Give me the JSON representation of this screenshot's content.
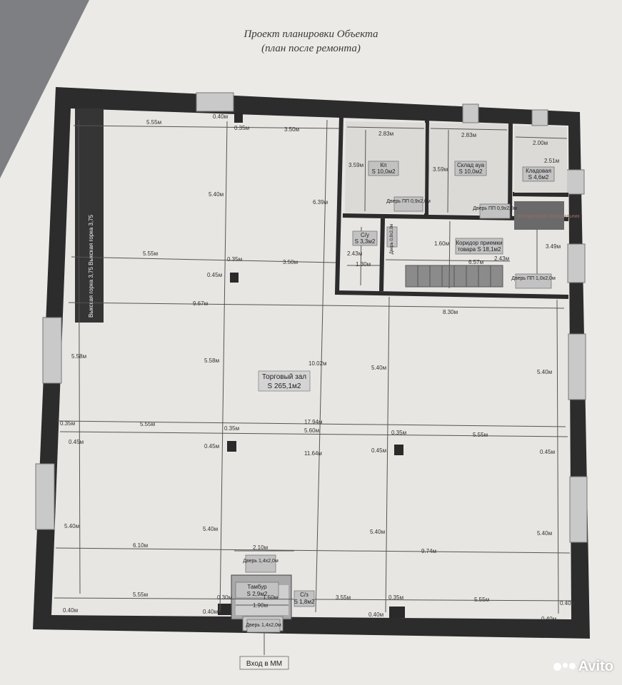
{
  "title": {
    "line1": "Проект планировки Объекта",
    "line2": "(план после ремонта)"
  },
  "rooms": {
    "hall_name": "Торговый зал",
    "hall_area": "S 265,1м2",
    "r1_name": "Кп",
    "r1_area": "S 10,0м2",
    "r2_name": "Склад ауа",
    "r2_area": "S 10,0м2",
    "r3_name": "Кладовая",
    "r3_area": "S 4,6м2",
    "wc_name": "С/у",
    "wc_area": "S 3,3м2",
    "corr_name": "Коридор приемки",
    "corr_area": "товара S 18,1м2",
    "tambur_name": "Тамбур",
    "tambur_area": "S 2,9м2",
    "cz_name": "С/з",
    "cz_area": "S 1,8м2",
    "wall_board": "Выкская горка 3,75   Выкская горка 3,75",
    "equipment": "Холодильник   Холодильник"
  },
  "doors": {
    "d1": "Дверь ПП 0,9х2,0м",
    "d2": "Дверь ПП 0,9х2,0м",
    "d3": "Дверь ПП 1,0х2,0м",
    "d4": "Дверь 1,4х2,0м",
    "d5": "Дверь 1,4х2,0м",
    "d6": "Дверь 0,8х2,0м"
  },
  "entrance": "Вход в ММ",
  "dimensions": {
    "top_5_55": "5.55м",
    "top_0_40": "0.40м",
    "top_0_35": "0.35м",
    "top_3_50": "3.50м",
    "r_2_83a": "2.83м",
    "r_2_83b": "2.83м",
    "r_2_00": "2.00м",
    "r_3_59a": "3.59м",
    "r_3_59b": "3.59м",
    "r_2_51": "2.51м",
    "r_6_39": "6.39м",
    "v_5_40a": "5.40м",
    "mid_5_55": "5.55м",
    "mid_0_35": "0.35м",
    "mid_3_50": "3.50м",
    "mid_0_45": "0.45м",
    "wc_2_43": "2.43м",
    "wc_1_30": "1.30м",
    "c_1_60": "1.60м",
    "c_6_57": "6.57м",
    "c_2_43": "2.43м",
    "c_3_49": "3.49м",
    "w_9_67": "9.67м",
    "w_8_30": "8.30м",
    "h_5_58a": "5.58м",
    "h_5_58b": "5.58м",
    "h_10_02": "10.02м",
    "h_5_40a": "5.40м",
    "h_5_40b": "5.40м",
    "row_5_55a": "5.55м",
    "row_17_94": "17.94м",
    "row_5_60": "5.60м",
    "row_5_55b": "5.55м",
    "row_0_35a": "0.35м",
    "row_0_35b": "0.35м",
    "row_0_45a": "0.45м",
    "row_0_45b": "0.45м",
    "row_0_45c": "0.45м",
    "row_0_45d": "0.45м",
    "h_11_64": "11.64м",
    "b_5_40a": "5.40м",
    "b_5_40b": "5.40м",
    "b_5_40c": "5.40м",
    "b_5_40d": "5.40м",
    "b_6_10": "6.10м",
    "b_2_10": "2.10м",
    "b_9_74": "9.74м",
    "f_5_55a": "5.55м",
    "f_0_30": "0.30м",
    "f_1_50": "1.50м",
    "f_1_90": "1.90м",
    "f_3_55": "3.55м",
    "f_0_35": "0.35м",
    "f_5_55b": "5.55м",
    "f_0_40a": "0.40м",
    "f_0_40b": "0.40м",
    "f_0_40c": "0.40м",
    "f_0_40d": "0.40м",
    "f_0_40e": "0.40м",
    "l_0_35": "0.35м"
  },
  "watermark": "Avito",
  "colors": {
    "wall": "#2c2c2c",
    "paper": "#eceae6",
    "line": "#555555",
    "window": "#c9c9c9"
  }
}
